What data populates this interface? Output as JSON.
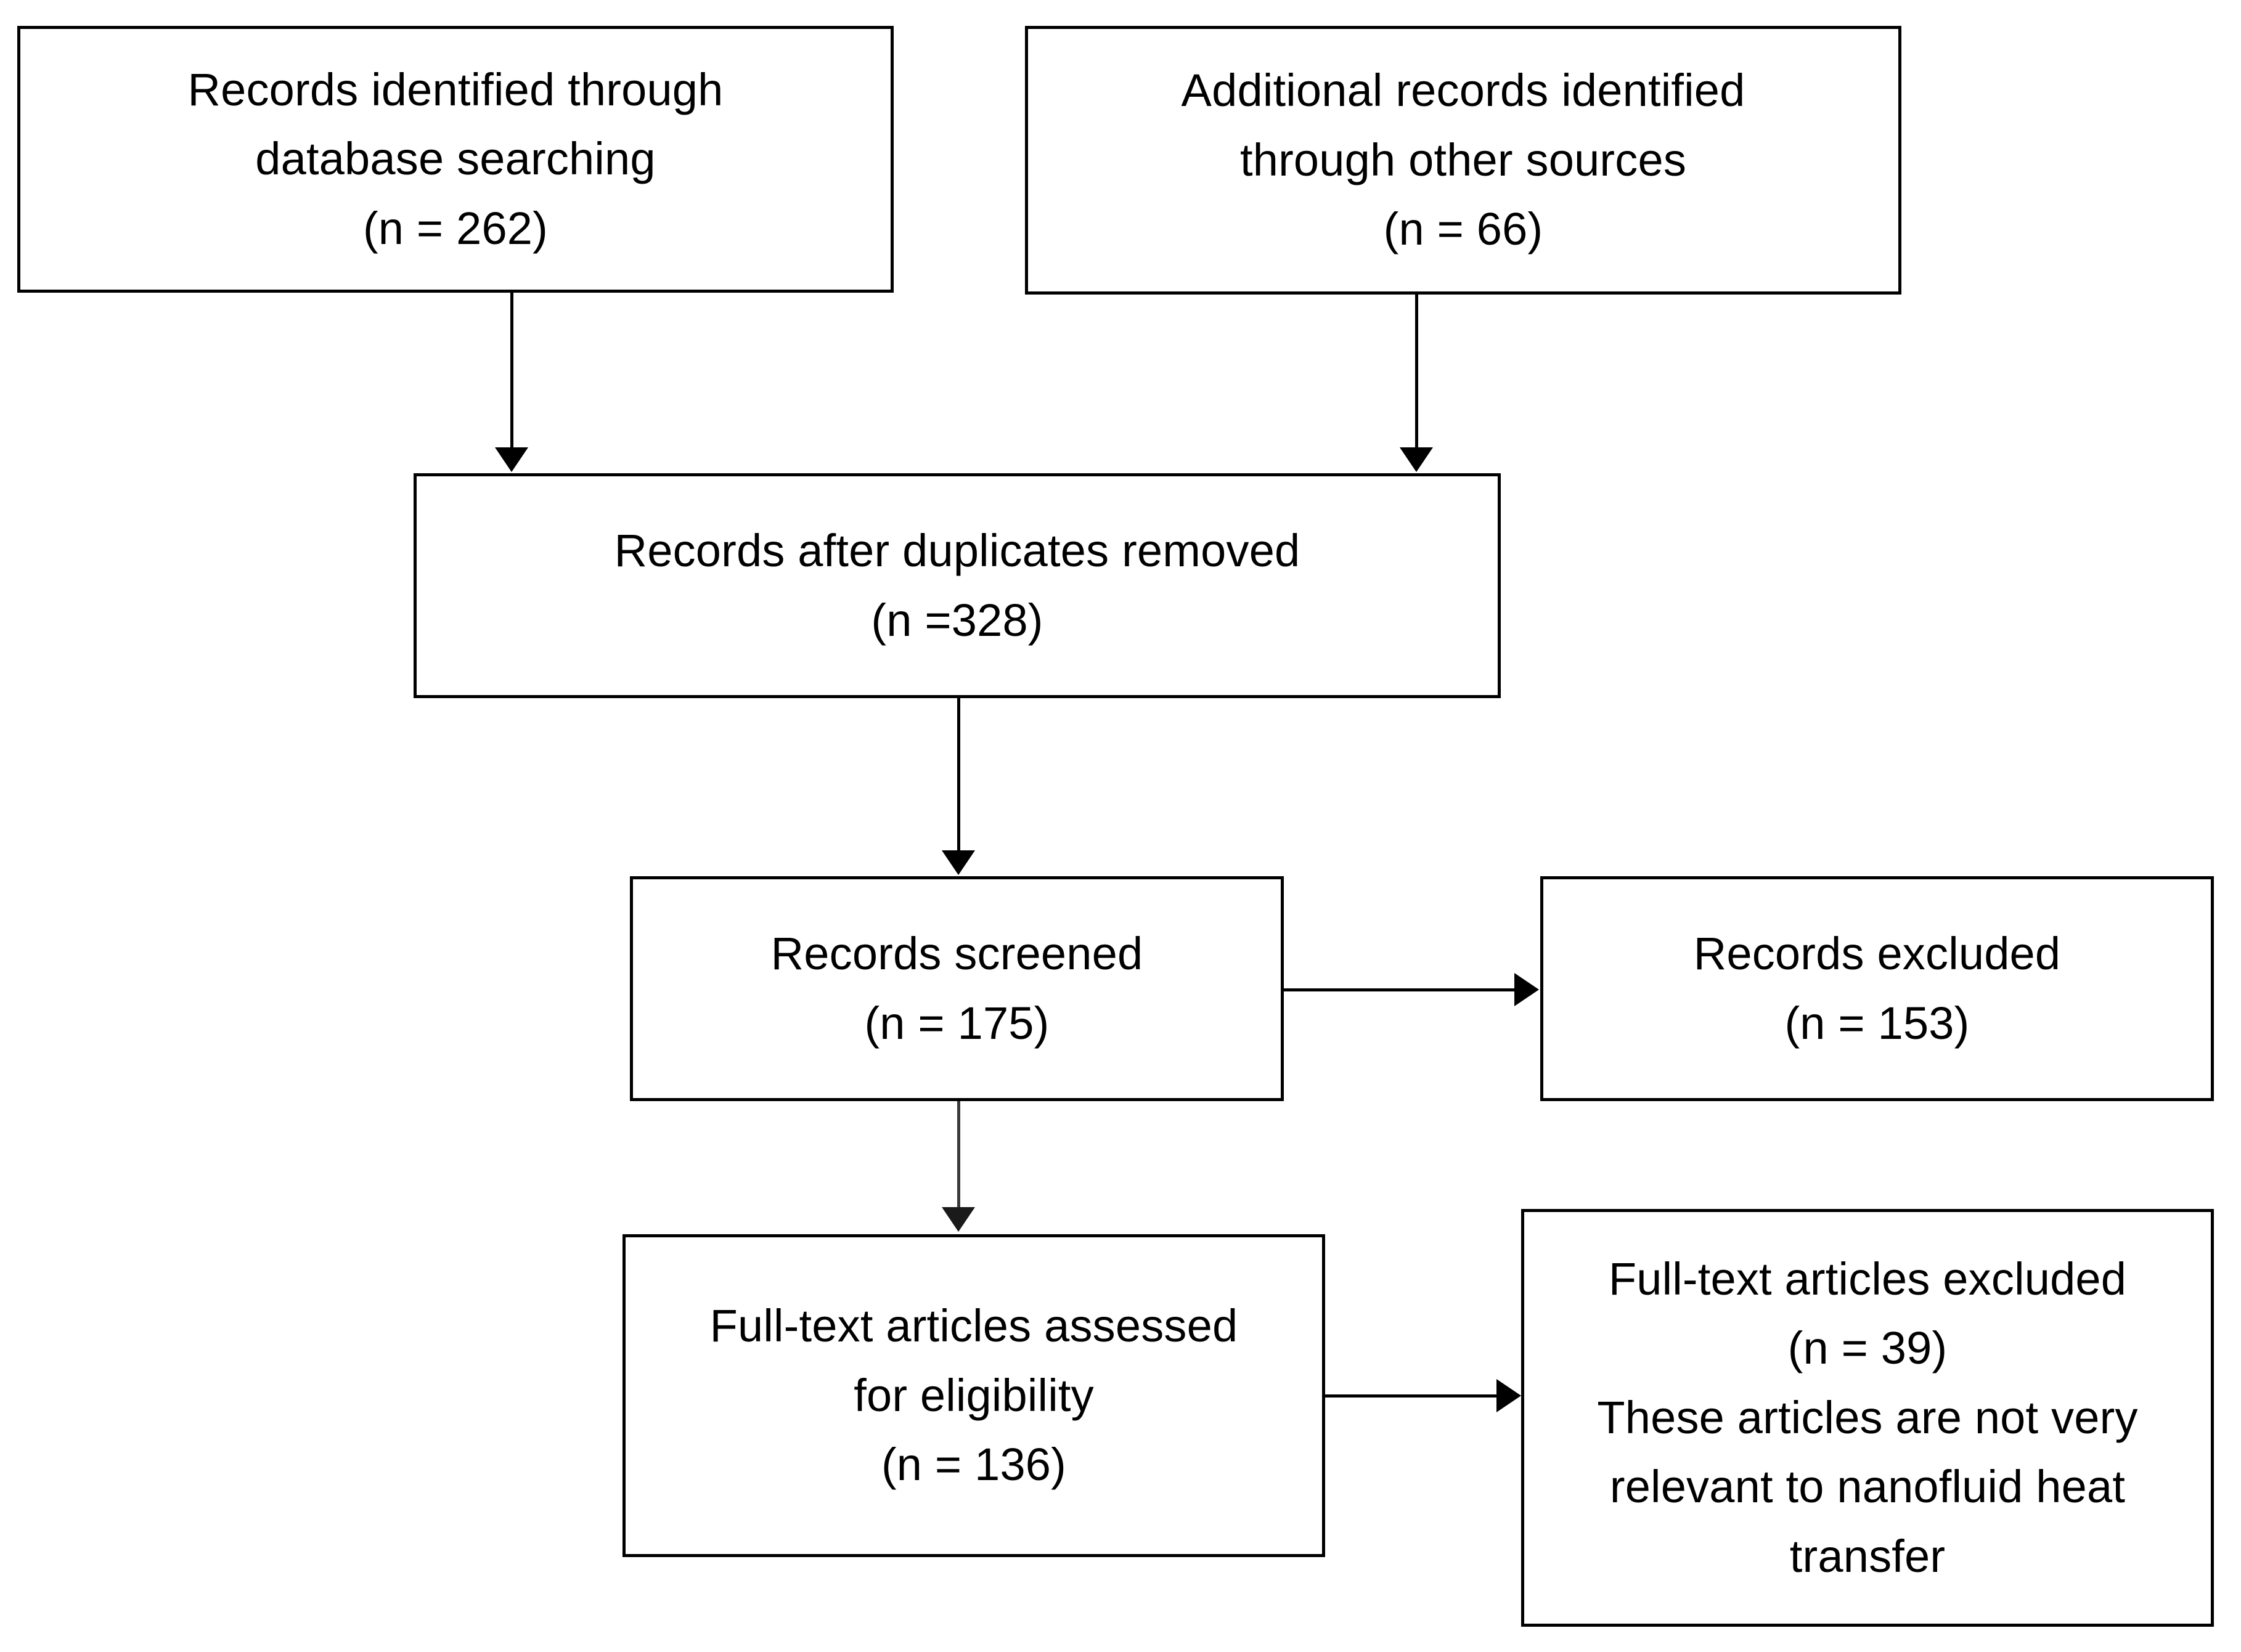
{
  "diagram": {
    "type": "prisma-flow-diagram",
    "nodes": [
      {
        "id": "db-search",
        "name": "records-identified-database-searching",
        "text": "Records identified through\ndatabase searching\n(n = 262)",
        "count": 262
      },
      {
        "id": "other-sources",
        "name": "additional-records-other-sources",
        "text": "Additional records identified\nthrough other sources\n(n = 66)",
        "count": 66
      },
      {
        "id": "dedup",
        "name": "records-after-duplicates-removed",
        "text": "Records after duplicates removed\n(n =328)",
        "count": 328
      },
      {
        "id": "screened",
        "name": "records-screened",
        "text": "Records screened\n(n = 175)",
        "count": 175
      },
      {
        "id": "rec-excluded",
        "name": "records-excluded",
        "text": "Records excluded\n(n = 153)",
        "count": 153
      },
      {
        "id": "fulltext",
        "name": "full-text-articles-assessed",
        "text": "Full-text articles assessed\nfor eligibility\n(n = 136)",
        "count": 136
      },
      {
        "id": "ft-excluded",
        "name": "full-text-articles-excluded",
        "text": "Full-text articles excluded\n(n = 39)\nThese articles are not very\nrelevant to nanofluid heat\ntransfer",
        "count": 39
      }
    ],
    "edges": [
      {
        "from": "db-search",
        "to": "dedup",
        "direction": "down"
      },
      {
        "from": "other-sources",
        "to": "dedup",
        "direction": "down"
      },
      {
        "from": "dedup",
        "to": "screened",
        "direction": "down"
      },
      {
        "from": "screened",
        "to": "rec-excluded",
        "direction": "right"
      },
      {
        "from": "screened",
        "to": "fulltext",
        "direction": "down"
      },
      {
        "from": "fulltext",
        "to": "ft-excluded",
        "direction": "right"
      }
    ],
    "colors": {
      "background": "#ffffff",
      "border": "#000000",
      "text": "#000000",
      "connector": "#000000"
    }
  }
}
